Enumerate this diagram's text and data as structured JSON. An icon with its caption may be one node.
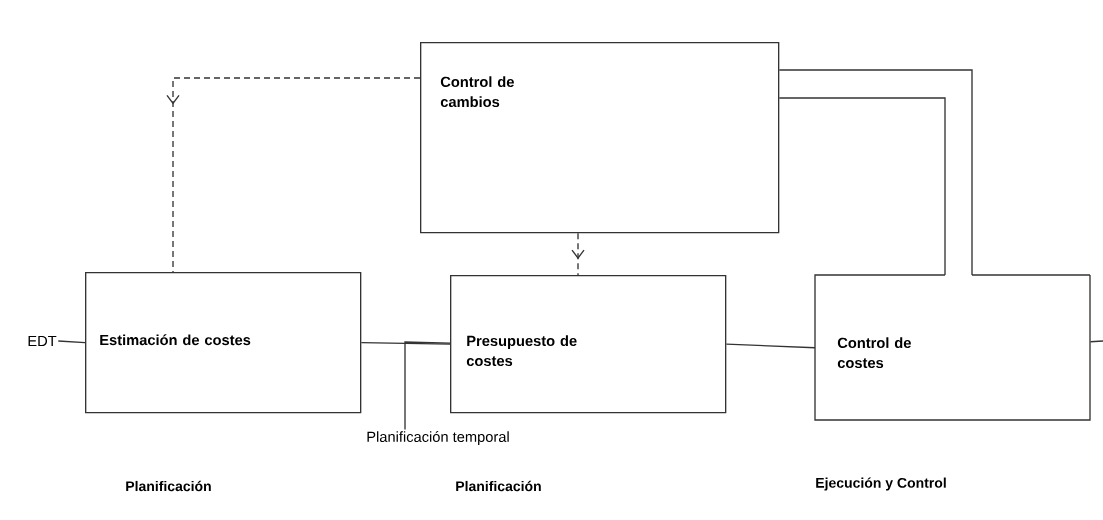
{
  "diagram": {
    "nodes": [
      {
        "text": [
          "Control de cambios"
        ]
      },
      {
        "text": [
          "EDT"
        ]
      },
      {
        "text": [
          "Estimación de costes"
        ]
      },
      {
        "text": [
          "Presupuesto de costes"
        ]
      },
      {
        "text": [
          "Control de costes"
        ]
      },
      {
        "text": [
          "Planificación temporal"
        ]
      }
    ],
    "edges": [
      {
        "from": 0,
        "to": 2,
        "arrow": "to",
        "style": "dashed"
      },
      {
        "from": 0,
        "to": 3,
        "arrow": "to",
        "style": "dashed"
      },
      {
        "from": 0,
        "to": 4,
        "arrow": "none"
      },
      {
        "from": 0,
        "to": 4,
        "arrow": "none"
      },
      {
        "from": 1,
        "to": 2,
        "arrow": "none"
      },
      {
        "from": 2,
        "to": 3,
        "arrow": "none"
      },
      {
        "from": 5,
        "to": 3,
        "arrow": "none"
      },
      {
        "from": 3,
        "to": 4,
        "arrow": "none"
      },
      {
        "from": 4,
        "to": null,
        "arrow": "none"
      }
    ],
    "labels": [
      "Planificación",
      "Planificación",
      "Ejecución y Control"
    ]
  }
}
